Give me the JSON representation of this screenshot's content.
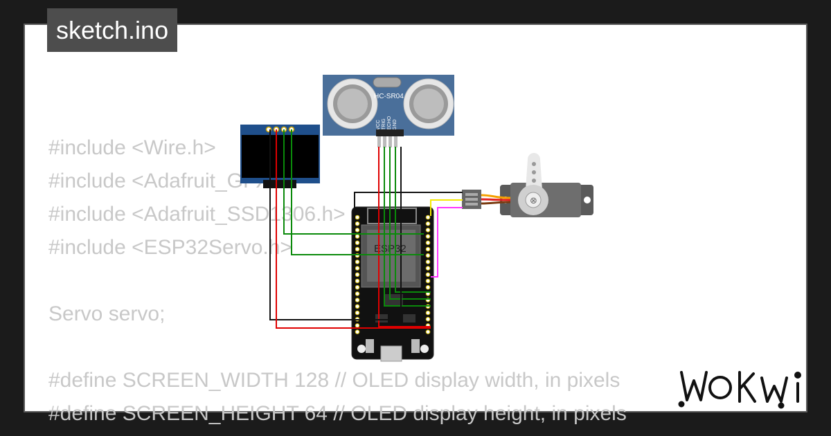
{
  "file_tab": {
    "label": "sketch.ino"
  },
  "code_lines": [
    "#include <Wire.h>",
    "#include <Adafruit_GFX.h>",
    "#include <Adafruit_SSD1306.h>",
    "#include <ESP32Servo.h>",
    "",
    "Servo servo;",
    "",
    "#define SCREEN_WIDTH 128 // OLED display width, in pixels",
    "#define SCREEN_HEIGHT 64 // OLED display height, in pixels"
  ],
  "components": {
    "ultrasonic": {
      "label": "HC-SR04",
      "pins": [
        "VCC",
        "TRIG",
        "ECHO",
        "GND"
      ]
    },
    "mcu": {
      "label": "ESP32"
    },
    "oled": {
      "label": ""
    },
    "servo": {
      "label": ""
    }
  },
  "brand": {
    "logo": "WOKWI"
  },
  "colors": {
    "background": "#1b1b1b",
    "card": "#ffffff",
    "tab": "#4d4d4d",
    "code_text": "#c8c8c8",
    "wire_red": "#e00000",
    "wire_black": "#111111",
    "wire_green": "#0a8a0a",
    "wire_yellow": "#f5e900",
    "wire_magenta": "#ff33ff",
    "sensor_blue": "#4a6f9a",
    "oled_blue": "#1f4f8b"
  }
}
